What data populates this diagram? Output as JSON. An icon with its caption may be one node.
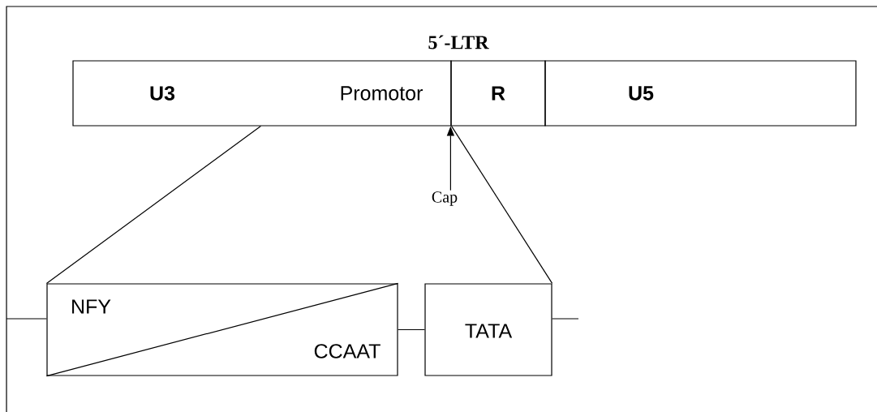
{
  "diagram": {
    "title": "5´-LTR",
    "nodes": [
      {
        "text": [
          "U3",
          "Promotor"
        ]
      },
      {
        "text": [
          "R"
        ]
      },
      {
        "text": [
          "U5"
        ]
      },
      {
        "text": [
          "NFY",
          "CCAAT"
        ]
      },
      {
        "text": [
          "TATA"
        ]
      },
      {
        "text": [
          "Cap"
        ]
      }
    ],
    "edges": [
      {
        "from": 0,
        "to": 3,
        "arrow": "none"
      },
      {
        "from": 0,
        "to": 4,
        "arrow": "none"
      },
      {
        "from": 5,
        "to": 1,
        "arrow": "to"
      },
      {
        "from": 3,
        "to": 4,
        "arrow": "none"
      },
      {
        "from": null,
        "to": 3,
        "arrow": "none"
      },
      {
        "from": 4,
        "to": null,
        "arrow": "none"
      }
    ]
  }
}
